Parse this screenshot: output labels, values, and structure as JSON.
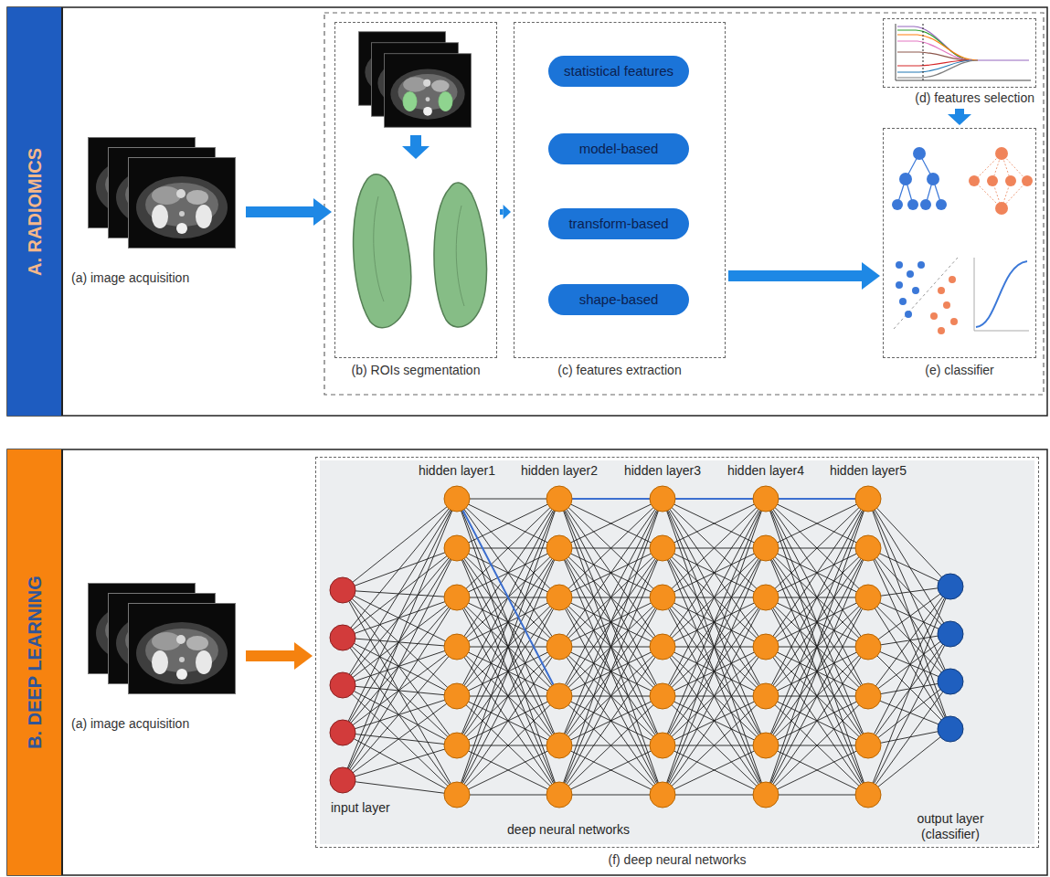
{
  "diagram": {
    "nodes": [
      {
        "text": [
          "A. RADIOMICS"
        ]
      },
      {
        "text": [
          "(a) image acquisition"
        ]
      },
      {
        "text": [
          "(b) ROIs segmentation"
        ]
      },
      {
        "text": [
          "(c) features extraction"
        ]
      },
      {
        "text": [
          "statistical features"
        ],
        "in": 3
      },
      {
        "text": [
          "model-based"
        ],
        "in": 3
      },
      {
        "text": [
          "transform-based"
        ],
        "in": 3
      },
      {
        "text": [
          "shape-based"
        ],
        "in": 3
      },
      {
        "text": [
          "(d) features selection"
        ]
      },
      {
        "text": [
          "(e) classifier"
        ]
      },
      {
        "text": [
          "B. DEEP LEARNING"
        ]
      },
      {
        "text": [
          "(a) image acquisition"
        ]
      },
      {
        "text": [
          "(f) deep neural networks"
        ]
      }
    ],
    "edges": [
      {
        "from": 1,
        "to": 2,
        "arrow": "to"
      },
      {
        "from": 2,
        "to": 3,
        "arrow": "to"
      },
      {
        "from": 3,
        "to": 9,
        "arrow": "to"
      },
      {
        "from": 8,
        "to": 9,
        "arrow": "to"
      },
      {
        "from": 11,
        "to": 12,
        "arrow": "to"
      }
    ],
    "labels": [
      "hidden layer1",
      "hidden layer2",
      "hidden layer3",
      "hidden layer4",
      "hidden layer5",
      "input layer",
      "deep neural networks",
      "output layer (classifier)"
    ]
  }
}
